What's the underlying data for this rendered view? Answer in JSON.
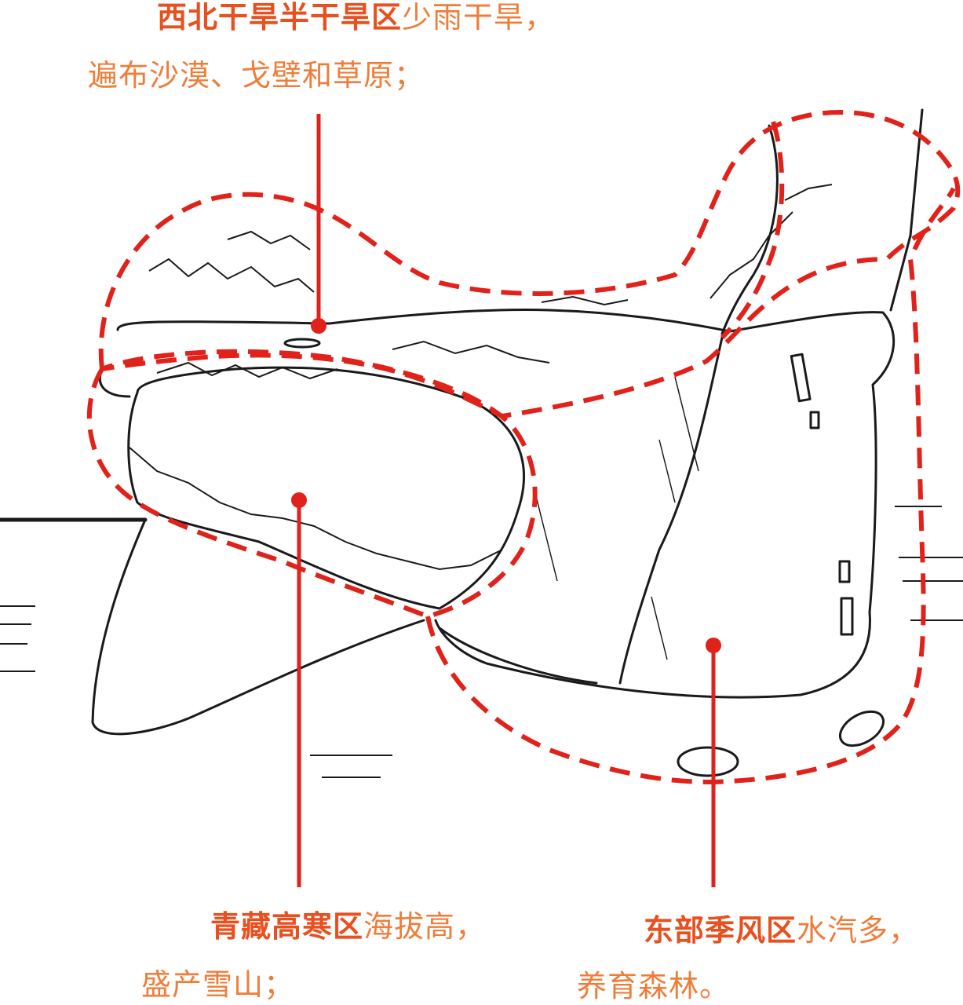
{
  "colors": {
    "accent": "#e8501f",
    "zone_line": "#e0221b",
    "sketch": "#1a1a1a",
    "text": "#ef7d3a"
  },
  "regions": {
    "northwest": {
      "name": "西北干旱半干旱区",
      "desc1": "少雨干旱，",
      "desc2": "遍布沙漠、戈壁和草原；"
    },
    "qinghai_tibet": {
      "name": "青藏高寒区",
      "desc1": "海拔高，",
      "desc2": "盛产雪山；"
    },
    "east": {
      "name": "东部季风区",
      "desc1": "水汽多，",
      "desc2": "养育森林。"
    }
  },
  "icons": {
    "mountain": "mountain-range-icon",
    "water": "water-wave-icon",
    "tree": "forest-icon"
  }
}
